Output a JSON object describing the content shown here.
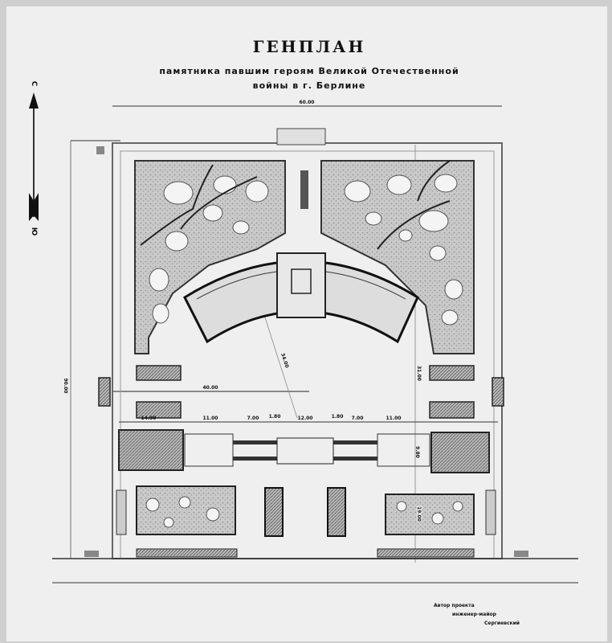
{
  "title": "ГЕНПЛАН",
  "subtitle_line1": "памятника павшим героям Великой Отечественной",
  "subtitle_line2": "войны в г. Берлине",
  "compass": {
    "north": "С",
    "south": "Ю"
  },
  "dimensions": {
    "overall_width": "60.00",
    "overall_height": "90.00",
    "half_width": "40.00",
    "radius": "34.00",
    "side_depth": "31.00",
    "row": [
      "14.00",
      "11.00",
      "7.00",
      "1.80",
      "12.00",
      "1.80",
      "7.00",
      "11.00"
    ],
    "right_a": "9.80",
    "right_b": "19.00"
  },
  "author": {
    "line1": "Автор проекта",
    "line2": "инженер-майор",
    "line3": "Сергиевский"
  }
}
